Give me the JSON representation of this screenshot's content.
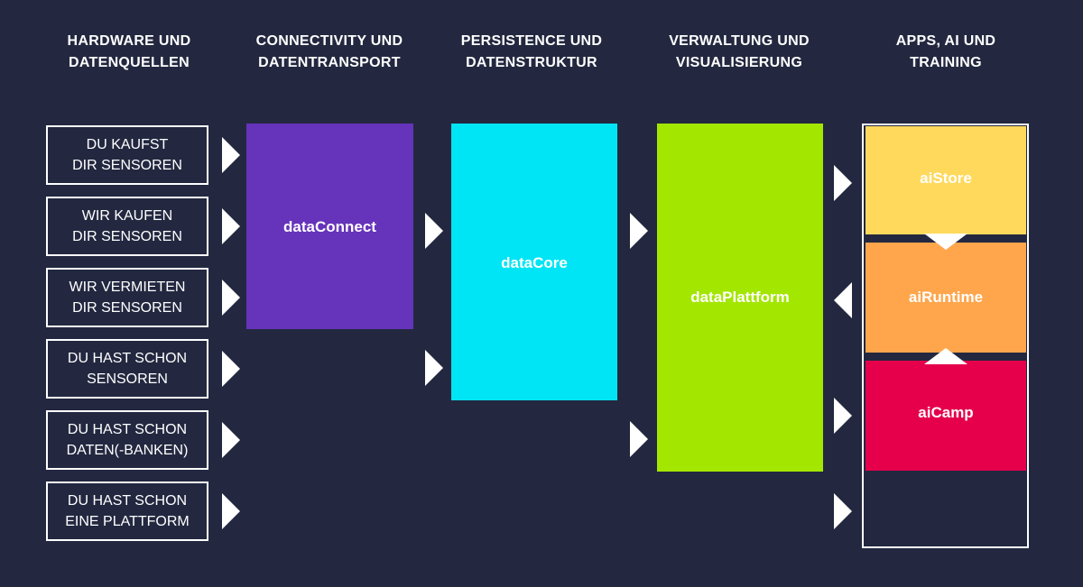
{
  "headers": [
    "HARDWARE UND\nDATENQUELLEN",
    "CONNECTIVITY UND\nDATENTRANSPORT",
    "PERSISTENCE UND\nDATENSTRUKTUR",
    "VERWALTUNG UND\nVISUALISIERUNG",
    "APPS, AI UND\nTRAINING"
  ],
  "sources": [
    "DU KAUFST\nDIR SENSOREN",
    "WIR KAUFEN\nDIR SENSOREN",
    "WIR VERMIETEN\nDIR SENSOREN",
    "DU HAST SCHON\nSENSOREN",
    "DU HAST SCHON\nDATEN(-BANKEN)",
    "DU HAST SCHON\nEINE PLATTFORM"
  ],
  "blocks": {
    "data_connect": "dataConnect",
    "data_core": "dataCore",
    "data_plattform": "dataPlattform",
    "ai_store": "aiStore",
    "ai_runtime": "aiRuntime",
    "ai_camp": "aiCamp"
  },
  "colors": {
    "background": "#232840",
    "data_connect": "#6633BB",
    "data_core": "#00E5F5",
    "data_plattform": "#A3E600",
    "ai_store": "#FFD95C",
    "ai_runtime": "#FFA64D",
    "ai_camp": "#E6004C"
  }
}
